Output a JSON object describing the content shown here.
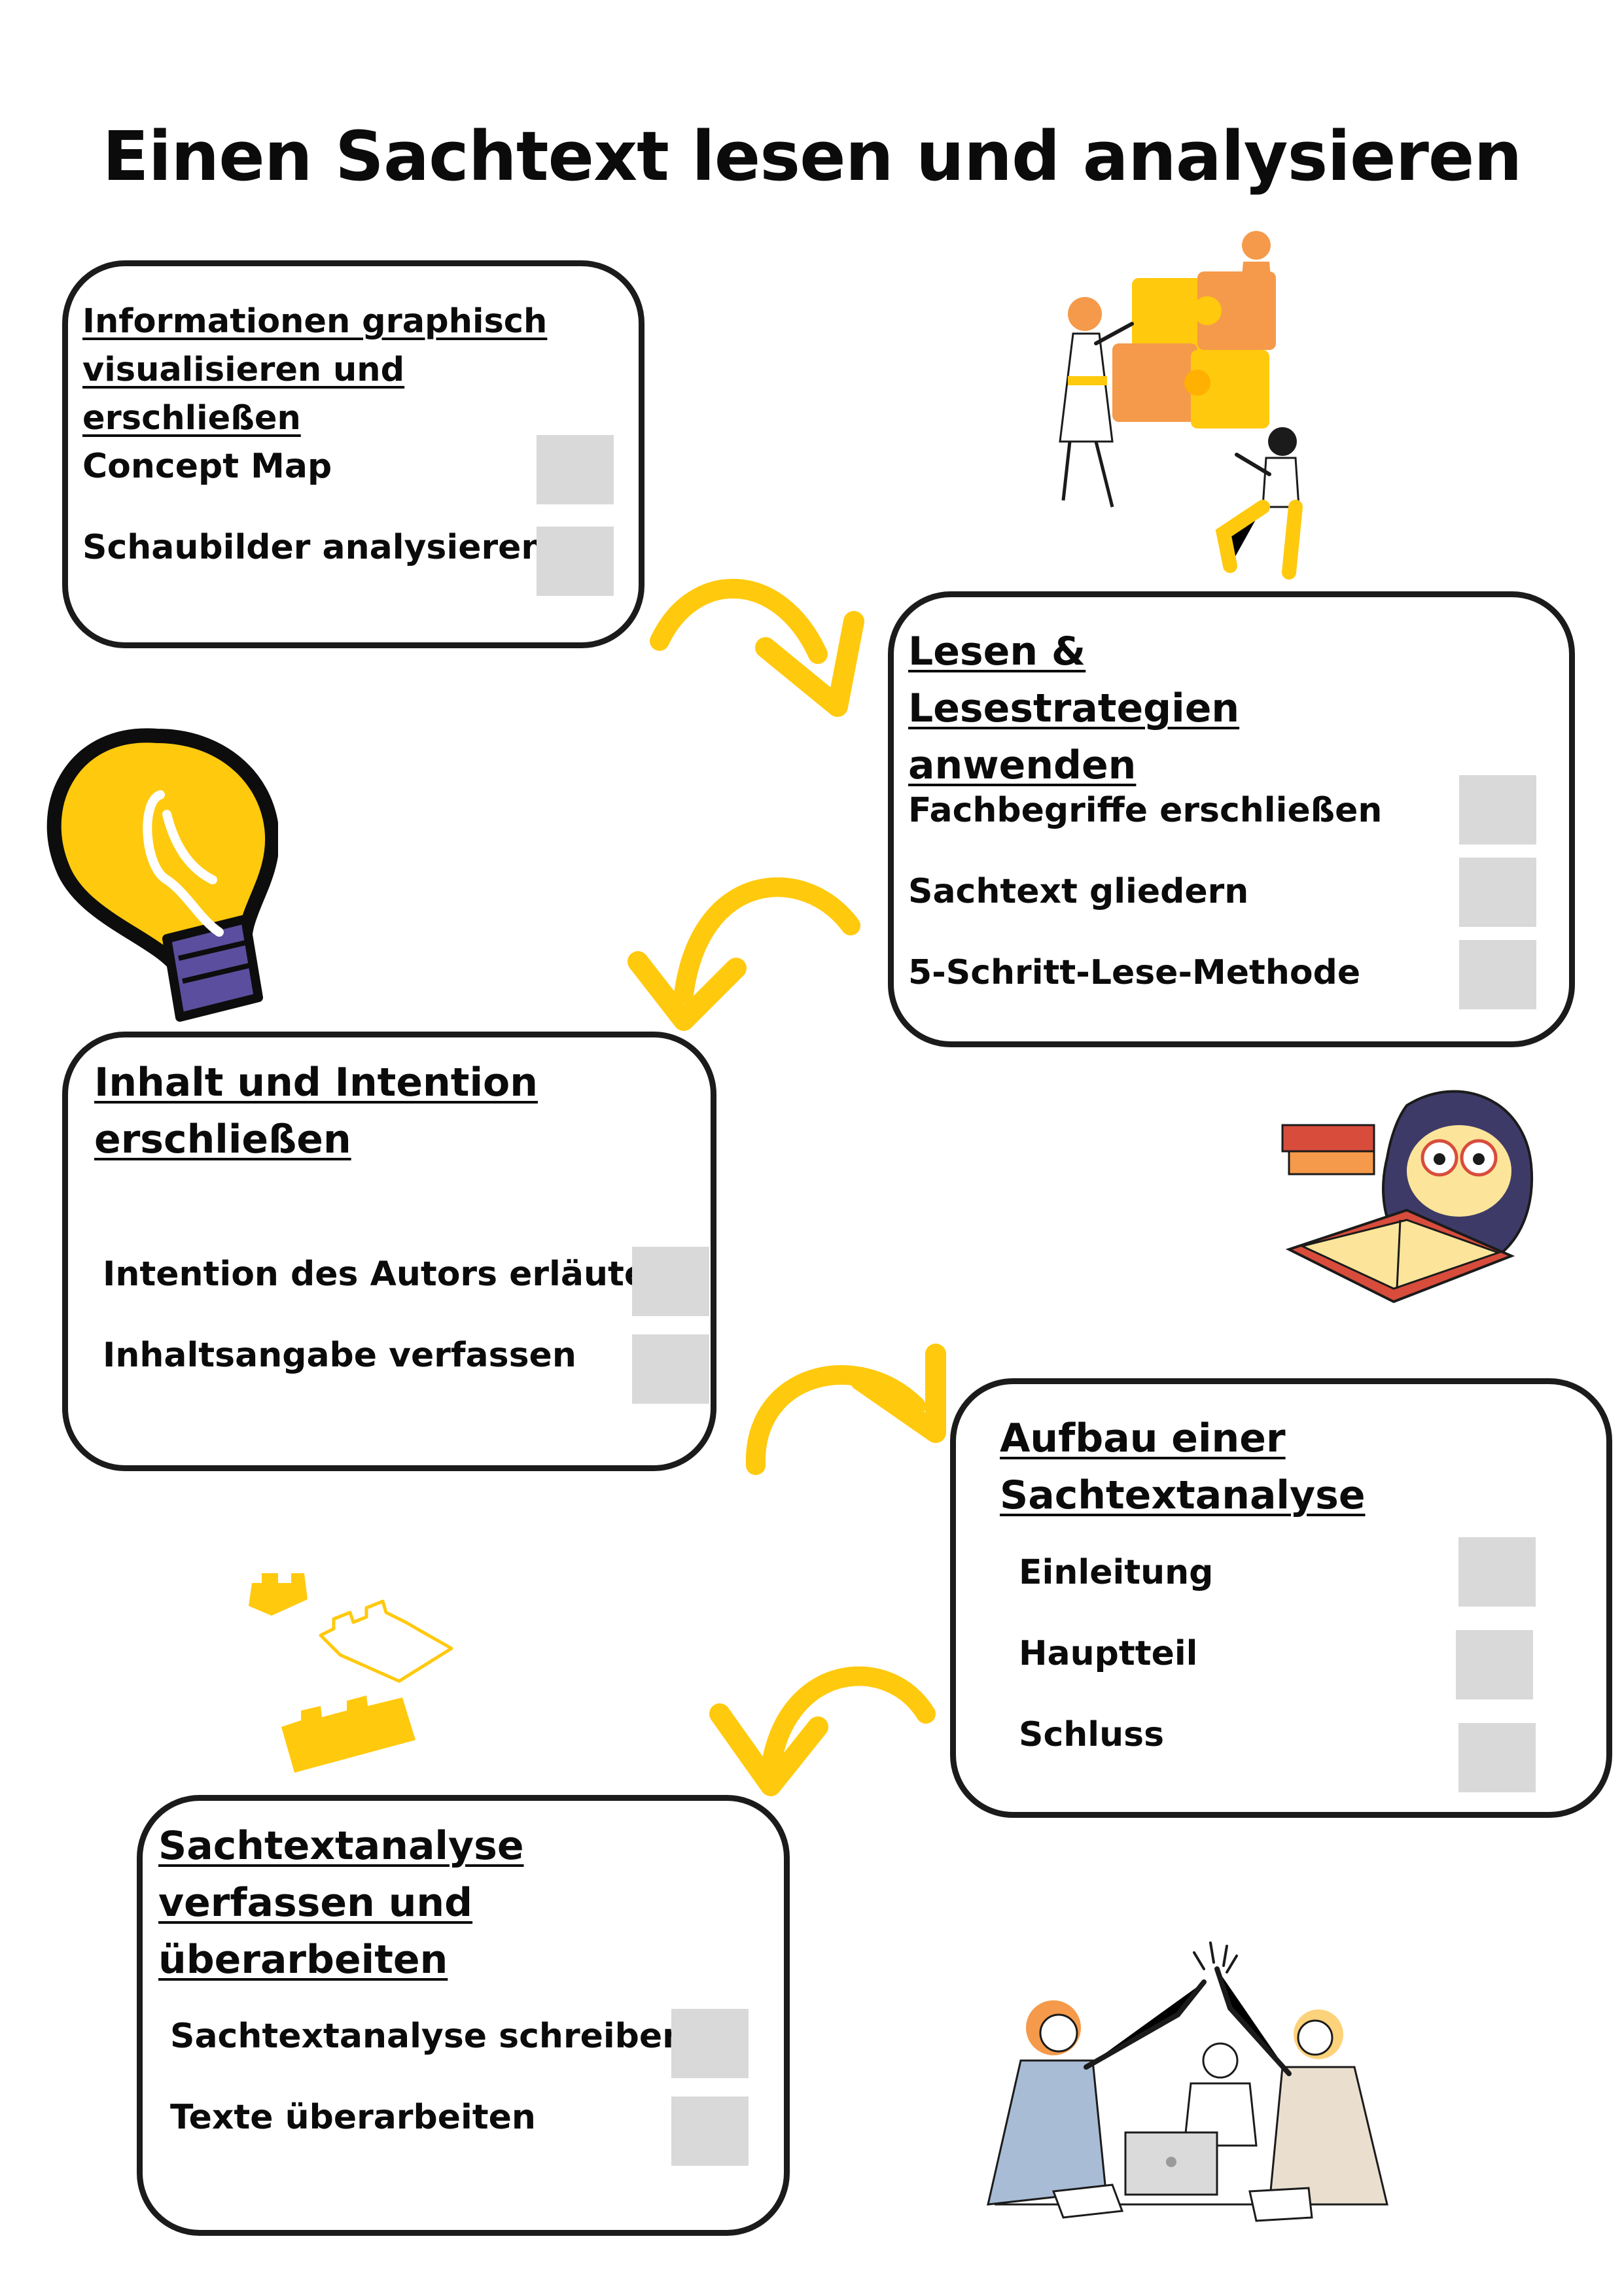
{
  "title": "Einen Sachtext lesen und analysieren",
  "colors": {
    "accent": "#FFC90E",
    "border": "#1B1B1B",
    "checkbox": "#D9D9D9"
  },
  "cards": [
    {
      "title": "Informationen graphisch visualisieren und erschließen",
      "items": [
        "Concept Map",
        "Schaubilder analysieren"
      ]
    },
    {
      "title": "Lesen & Lesestrategien anwenden",
      "items": [
        "Fachbegriffe erschließen",
        "Sachtext gliedern",
        "5-Schritt-Lese-Methode"
      ]
    },
    {
      "title": "Inhalt und Intention erschließen",
      "items": [
        "Intention des Autors erläutern",
        "Inhaltsangabe verfassen"
      ]
    },
    {
      "title": "Aufbau einer Sachtextanalyse",
      "items": [
        "Einleitung",
        "Hauptteil",
        "Schluss"
      ]
    },
    {
      "title": "Sachtextanalyse verfassen und überarbeiten",
      "items": [
        "Sachtextanalyse schreiben",
        "Texte überarbeiten"
      ]
    }
  ],
  "icons": [
    "puzzle-team-illustration",
    "lightbulb-icon",
    "penguin-reading-illustration",
    "building-blocks-icon",
    "high-five-team-illustration",
    "curved-arrow-icon"
  ]
}
